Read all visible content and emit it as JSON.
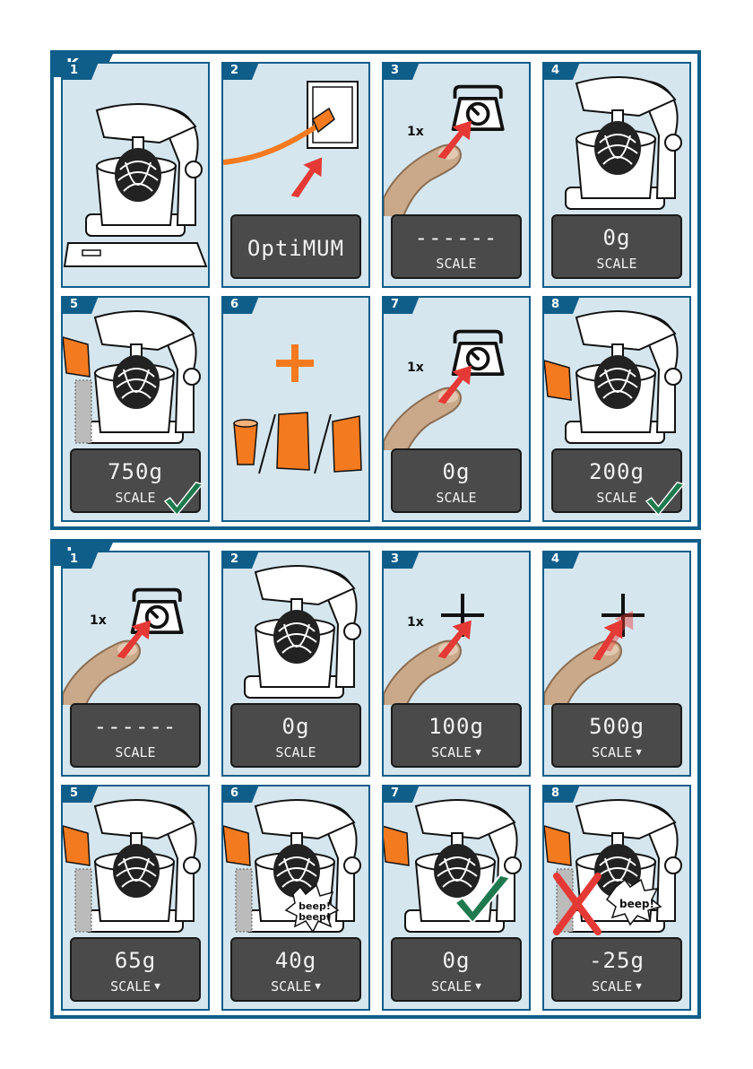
{
  "sections": {
    "k": {
      "label": "K"
    },
    "l": {
      "label": "L"
    }
  },
  "k_panels": [
    {
      "number": "1"
    },
    {
      "number": "2",
      "display": "OptiMUM"
    },
    {
      "number": "3",
      "tap": "1x",
      "display": "------",
      "sub": "SCALE"
    },
    {
      "number": "4",
      "display": "0g",
      "sub": "SCALE"
    },
    {
      "number": "5",
      "display": "750g",
      "sub": "SCALE"
    },
    {
      "number": "6"
    },
    {
      "number": "7",
      "tap": "1x",
      "display": "0g",
      "sub": "SCALE"
    },
    {
      "number": "8",
      "display": "200g",
      "sub": "SCALE"
    }
  ],
  "l_panels": [
    {
      "number": "1",
      "tap": "1x",
      "display": "------",
      "sub": "SCALE"
    },
    {
      "number": "2",
      "display": "0g",
      "sub": "SCALE"
    },
    {
      "number": "3",
      "tap": "1x",
      "display": "100g",
      "sub": "SCALE"
    },
    {
      "number": "4",
      "display": "500g",
      "sub": "SCALE"
    },
    {
      "number": "5",
      "display": "65g",
      "sub": "SCALE"
    },
    {
      "number": "6",
      "display": "40g",
      "sub": "SCALE",
      "beep": [
        "beep!",
        "beep!"
      ]
    },
    {
      "number": "7",
      "display": "0g",
      "sub": "SCALE"
    },
    {
      "number": "8",
      "display": "-25g",
      "sub": "SCALE",
      "beep": [
        "beep!"
      ]
    }
  ],
  "colors": {
    "frame": "#0f5e8a",
    "panel_bg": "#d5e6ef",
    "display_bg": "#4a4a4a",
    "accent_orange": "#f47a1f",
    "check_green": "#1e7a4e",
    "cross_red": "#e53935",
    "finger_skin": "#c9a98a"
  },
  "icons": [
    "stand-mixer-icon",
    "plug-icon",
    "scale-button-icon",
    "finger-icon",
    "plus-icon",
    "check-icon",
    "cross-icon",
    "arrow-down-icon"
  ]
}
